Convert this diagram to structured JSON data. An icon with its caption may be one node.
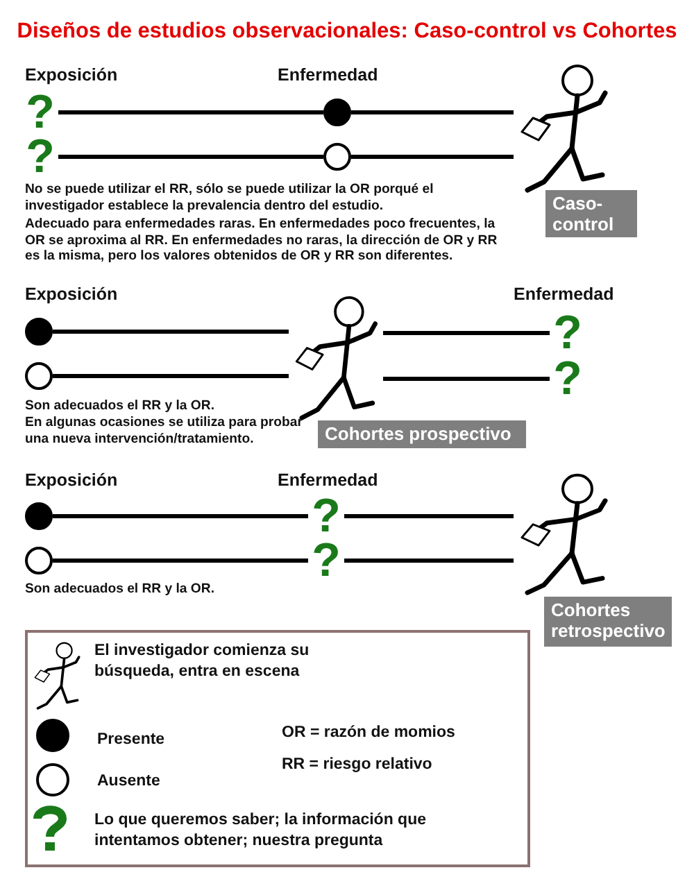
{
  "diagram": {
    "title": "Diseños de estudios observacionales: Caso-control vs Cohortes",
    "nodes": [
      {
        "text": [
          "?"
        ]
      },
      {
        "text": [],
        "shape": "circle"
      },
      {
        "text": [
          "?"
        ]
      },
      {
        "text": [],
        "shape": "circle"
      },
      {
        "text": [],
        "shape": "person",
        "beside": [
          "Caso-control"
        ]
      },
      {
        "text": [],
        "shape": "circle"
      },
      {
        "text": [],
        "shape": "circle"
      },
      {
        "text": [],
        "shape": "person",
        "beside": [
          "Cohortes prospectivo"
        ]
      },
      {
        "text": [
          "?"
        ]
      },
      {
        "text": [
          "?"
        ]
      },
      {
        "text": [],
        "shape": "circle"
      },
      {
        "text": [
          "?"
        ]
      },
      {
        "text": [],
        "shape": "circle"
      },
      {
        "text": [
          "?"
        ]
      },
      {
        "text": [],
        "shape": "person",
        "beside": [
          "Cohortes retrospectivo"
        ]
      }
    ],
    "edges": [
      {
        "from": 0,
        "to": 1,
        "arrow": "none"
      },
      {
        "from": 1,
        "to": 4,
        "arrow": "none"
      },
      {
        "from": 2,
        "to": 3,
        "arrow": "none"
      },
      {
        "from": 3,
        "to": 4,
        "arrow": "none"
      },
      {
        "from": 5,
        "to": 7,
        "arrow": "none"
      },
      {
        "from": 6,
        "to": 7,
        "arrow": "none"
      },
      {
        "from": 7,
        "to": 8,
        "arrow": "none"
      },
      {
        "from": 7,
        "to": 9,
        "arrow": "none"
      },
      {
        "from": 10,
        "to": 11,
        "arrow": "none"
      },
      {
        "from": 11,
        "to": 14,
        "arrow": "none"
      },
      {
        "from": 12,
        "to": 13,
        "arrow": "none"
      },
      {
        "from": 13,
        "to": 14,
        "arrow": "none"
      }
    ],
    "labels": [
      "Exposición",
      "Enfermedad",
      "No se puede utilizar el RR, sólo se puede utilizar la OR porqué el investigador establece la prevalencia dentro del estudio.",
      "Adecuado para enfermedades raras.  En enfermedades poco frecuentes, la OR se aproxima al RR. En enfermedades no raras, la dirección de OR y RR es la misma, pero los valores obtenidos de OR y RR son diferentes.",
      "Exposición",
      "Enfermedad",
      "Son adecuados el RR y la OR.",
      "En algunas ocasiones se utiliza para probar una nueva intervención/tratamiento.",
      "Exposición",
      "Enfermedad",
      "Son adecuados el RR y la OR.",
      "OR = razón de momios",
      "RR = riesgo relativo"
    ],
    "legend": [
      {
        "text": "El investigador comienza su búsqueda, entra en escena"
      },
      {
        "text": "Presente"
      },
      {
        "text": "Ausente"
      },
      {
        "text": "Lo que queremos saber; la información que intentamos obtener; nuestra pregunta"
      }
    ]
  }
}
